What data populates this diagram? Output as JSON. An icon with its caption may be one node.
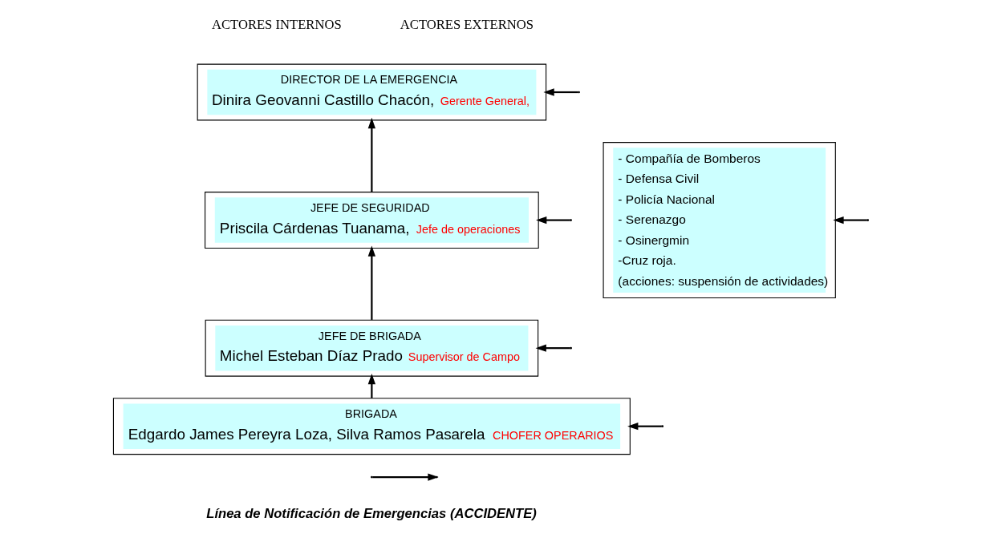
{
  "diagram": {
    "nodes": [
      {
        "text": [
          "DIRECTOR DE LA EMERGENCIA",
          "Dinira Geovanni Castillo Chacón,",
          "Gerente General,"
        ]
      },
      {
        "text": [
          "JEFE DE SEGURIDAD",
          "Priscila Cárdenas Tuanama,",
          "Jefe de operaciones"
        ]
      },
      {
        "text": [
          "JEFE DE BRIGADA",
          "Michel Esteban Díaz Prado",
          "Supervisor de Campo"
        ]
      },
      {
        "text": [
          "BRIGADA",
          "Edgardo James Pereyra Loza, Silva Ramos Pasarela",
          "CHOFER OPERARIOS"
        ]
      },
      {
        "text": [
          "- Compañía de Bomberos",
          "- Defensa Civil",
          "- Policía Nacional",
          "- Serenazgo",
          "- Osinergmin",
          "-Cruz roja.",
          "(acciones: suspensión de actividades)"
        ]
      }
    ],
    "edges": [
      {
        "from": 3,
        "to": 2,
        "arrow": "to"
      },
      {
        "from": 2,
        "to": 1,
        "arrow": "to"
      },
      {
        "from": 1,
        "to": 0,
        "arrow": "to"
      },
      {
        "from": null,
        "to": 0,
        "arrow": "to"
      },
      {
        "from": null,
        "to": 1,
        "arrow": "to"
      },
      {
        "from": null,
        "to": 2,
        "arrow": "to"
      },
      {
        "from": null,
        "to": 3,
        "arrow": "to"
      },
      {
        "from": null,
        "to": 4,
        "arrow": "to"
      }
    ],
    "labels": [
      "ACTORES INTERNOS",
      "ACTORES EXTERNOS"
    ],
    "legend": [
      {
        "text": "Línea de Notificación de Emergencias (ACCIDENTE)"
      }
    ]
  }
}
